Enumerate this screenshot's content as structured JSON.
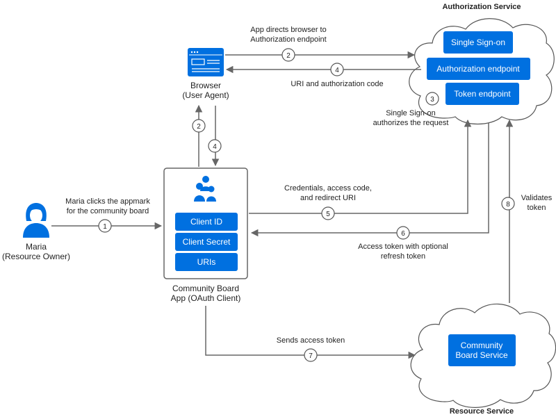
{
  "auth_service": {
    "title": "Authorization Service",
    "single_sign_on": "Single Sign-on",
    "authorization_endpoint": "Authorization endpoint",
    "token_endpoint": "Token endpoint"
  },
  "resource_service": {
    "title": "Resource Service",
    "line1": "Community",
    "line2": "Board Service"
  },
  "browser": {
    "line1": "Browser",
    "line2": "(User Agent)"
  },
  "client_app": {
    "client_id": "Client ID",
    "client_secret": "Client Secret",
    "uris": "URIs",
    "line1": "Community Board",
    "line2": "App (OAuth Client)"
  },
  "owner": {
    "line1": "Maria",
    "line2": "(Resource Owner)"
  },
  "steps": {
    "s1": {
      "num": "1",
      "line1": "Maria clicks the appmark",
      "line2": "for the community board"
    },
    "s2": {
      "num": "2",
      "line1": "App directs browser to",
      "line2": "Authorization endpoint"
    },
    "s2b": {
      "num": "2"
    },
    "s3": {
      "num": "3",
      "line1": "Single Sign-on",
      "line2": "authorizes the request"
    },
    "s4": {
      "num": "4",
      "line1": "URI and authorization code"
    },
    "s4b": {
      "num": "4"
    },
    "s5": {
      "num": "5",
      "line1": "Credentials, access code,",
      "line2": "and redirect URI"
    },
    "s6": {
      "num": "6",
      "line1": "Access token with optional",
      "line2": "refresh token"
    },
    "s7": {
      "num": "7",
      "line1": "Sends access token"
    },
    "s8": {
      "num": "8",
      "line1": "Validates",
      "line2": "token"
    }
  },
  "colors": {
    "accent": "#0070e0",
    "arrow": "#666666",
    "cloud_stroke": "#555555"
  }
}
